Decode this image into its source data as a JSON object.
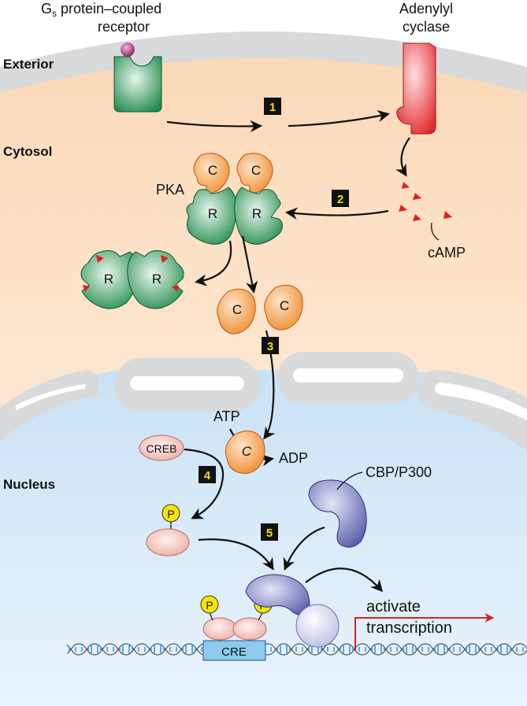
{
  "labels": {
    "receptor_line1_pre": "G",
    "receptor_line1_sub": "s",
    "receptor_line1_post": " protein–coupled",
    "receptor_line2": "receptor",
    "cyclase_line1": "Adenylyl",
    "cyclase_line2": "cyclase",
    "pka": "PKA",
    "camp": "cAMP",
    "atp": "ATP",
    "adp": "ADP",
    "creb": "CREB",
    "cbp": "CBP/P300",
    "cre": "CRE",
    "activate_line1": "activate",
    "activate_line2": "transcription",
    "subunit_c": "C",
    "subunit_r": "R",
    "phospho": "P"
  },
  "regions": {
    "exterior": "Exterior",
    "cytosol": "Cytosol",
    "nucleus": "Nucleus"
  },
  "steps": [
    "1",
    "2",
    "3",
    "4",
    "5"
  ],
  "colors": {
    "membrane": "#d9dadb",
    "cytosol": "#fde6cf",
    "nucleus": "#cfe6f7",
    "receptor": "#1f8a4c",
    "ligand": "#a3246e",
    "cyclase": "#e0282b",
    "camp": "#e02020",
    "c_subunit": "#f08a2a",
    "r_subunit": "#3aa35a",
    "creb": "#f3b3ac",
    "cbp": "#5d62b0",
    "phospho": "#f5e600",
    "transcription_arrow": "#d8202a",
    "cre_box": "#8ccaf0"
  }
}
